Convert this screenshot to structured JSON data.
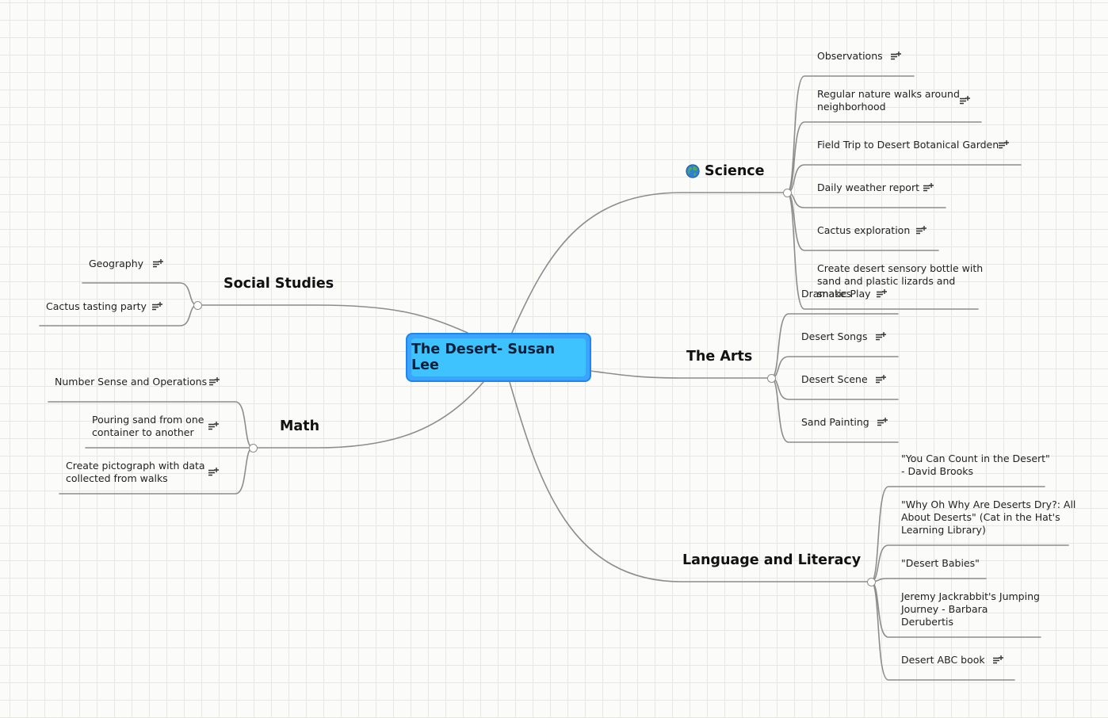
{
  "root": {
    "title": "The Desert- Susan Lee"
  },
  "science": {
    "title": "Science",
    "icon": "globe-icon",
    "items": [
      "Observations",
      "Regular nature walks around\nneighborhood",
      "Field Trip to Desert Botanical Garden",
      "Daily weather report",
      "Cactus exploration",
      "Create desert sensory bottle with\nsand and plastic lizards and\nsnakes"
    ]
  },
  "arts": {
    "title": "The Arts",
    "items": [
      "Dramatic Play",
      "Desert Songs",
      "Desert Scene",
      "Sand Painting"
    ]
  },
  "literacy": {
    "title": "Language and Literacy",
    "items": [
      "\"You Can Count in the Desert\"\n- David Brooks",
      "\"Why Oh Why Are Deserts Dry?: All\nAbout Deserts\" (Cat in the Hat's\nLearning Library)",
      "\"Desert Babies\"",
      "Jeremy Jackrabbit's Jumping\nJourney - Barbara\nDerubertis",
      "Desert ABC book"
    ]
  },
  "social": {
    "title": "Social Studies",
    "items": [
      "Geography",
      "Cactus tasting party"
    ]
  },
  "math": {
    "title": "Math",
    "items": [
      "Number Sense and Operations",
      "Pouring sand from one\ncontainer to another",
      "Create pictograph with data\ncollected from walks"
    ]
  },
  "icons": {
    "note": "note-icon",
    "globe": "globe-icon"
  },
  "colors": {
    "root_fill": "#3ec3ff",
    "root_border": "#3aa4ff",
    "line": "#8d8d8d"
  }
}
